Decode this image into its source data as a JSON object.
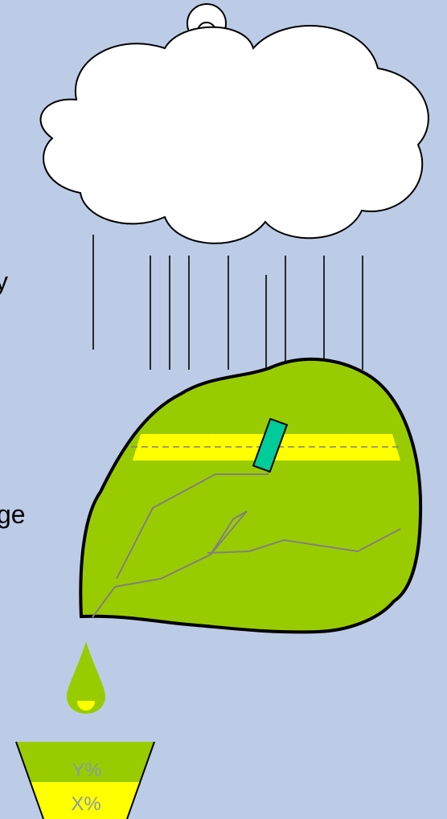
{
  "text_fragments": {
    "left_text_1": "y",
    "left_text_2": "ge"
  },
  "cup": {
    "top_label": "Y%",
    "bottom_label": "X%"
  },
  "colors": {
    "background": "#bccce6",
    "cloud_fill": "#ffffff",
    "hill_fill": "#99cc00",
    "band_fill": "#ffff00",
    "probe_fill": "#00cc99",
    "river_stroke": "#808080",
    "label_color": "#8a9aa6"
  }
}
